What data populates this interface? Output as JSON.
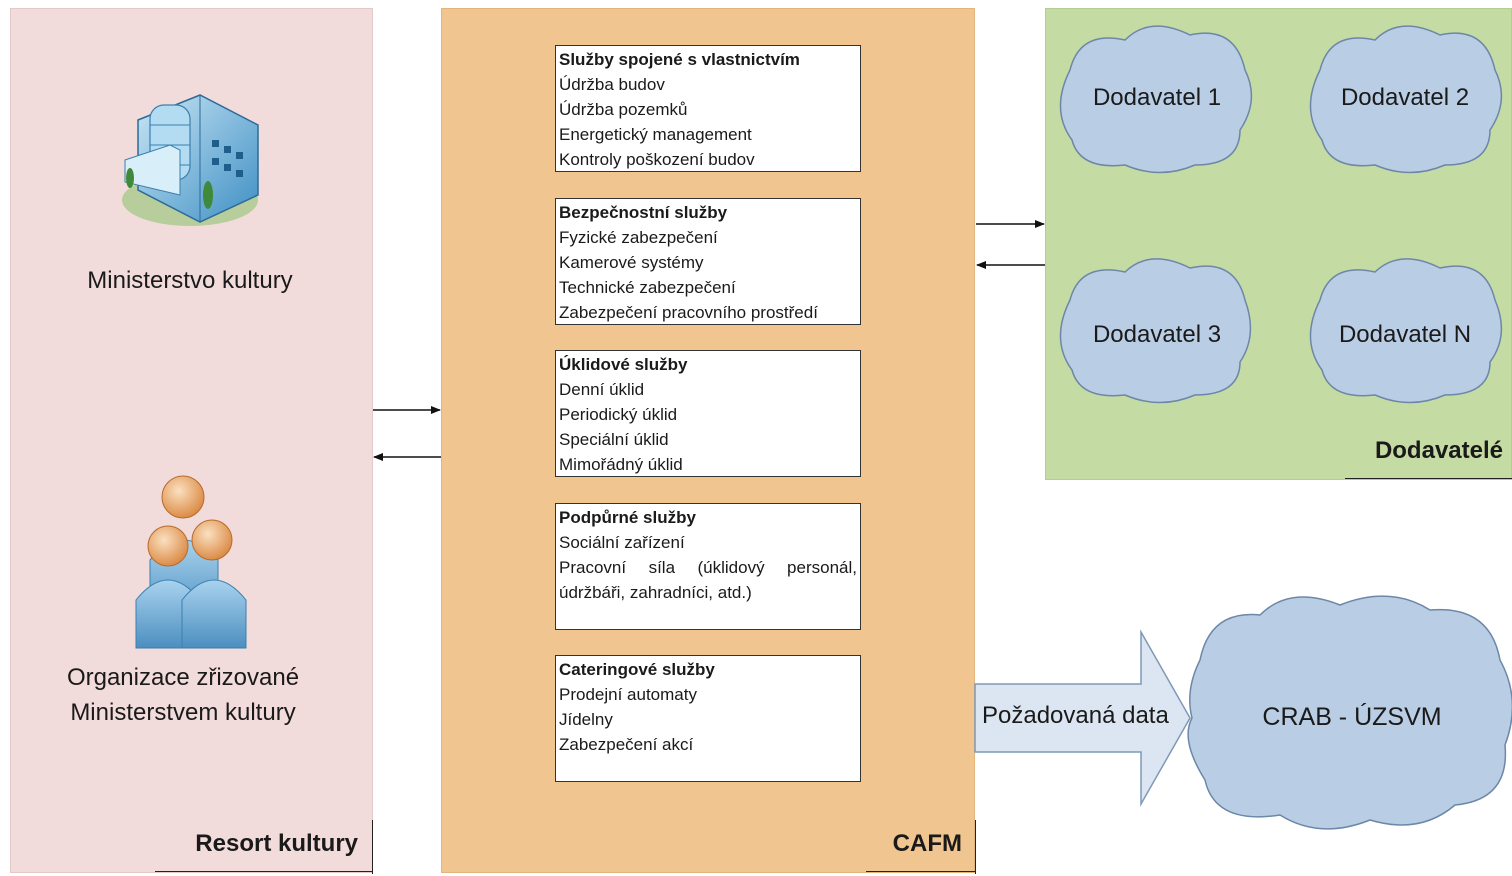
{
  "resort": {
    "label": "Resort kultury",
    "ministry": "Ministerstvo kultury",
    "organizations": "Organizace zřizované Ministerstvem kultury"
  },
  "cafm": {
    "label": "CAFM",
    "groups": [
      {
        "title": "Služby spojené s vlastnictvím",
        "items": [
          "Údržba budov",
          "Údržba pozemků",
          "Energetický management",
          "Kontroly poškození budov"
        ]
      },
      {
        "title": "Bezpečnostní služby",
        "items": [
          "Fyzické zabezpečení",
          "Kamerové systémy",
          "Technické zabezpečení",
          "Zabezpečení pracovního prostředí"
        ]
      },
      {
        "title": "Úklidové služby",
        "items": [
          "Denní úklid",
          "Periodický úklid",
          "Speciální úklid",
          "Mimořádný úklid"
        ]
      },
      {
        "title": "Podpůrné služby",
        "items": [
          "Sociální zařízení",
          "Pracovní síla (úklidový personál, údržbáři, zahradníci, atd.)"
        ]
      },
      {
        "title": "Cateringové služby",
        "items": [
          "Prodejní automaty",
          "Jídelny",
          "Zabezpečení akcí"
        ]
      }
    ]
  },
  "suppliers": {
    "label": "Dodavatelé",
    "items": [
      "Dodavatel 1",
      "Dodavatel 2",
      "Dodavatel 3",
      "Dodavatel N"
    ]
  },
  "output": {
    "arrow_label": "Požadovaná data",
    "target": "CRAB - ÚZSVM"
  },
  "colors": {
    "resort_bg": "#f2dcdb",
    "cafm_bg": "#f0c58f",
    "suppliers_bg": "#c5dba4",
    "cloud_fill": "#b9cde5",
    "arrow_fill": "#dce6f2"
  },
  "icons": [
    "building-icon",
    "people-icon",
    "cloud-icon"
  ]
}
